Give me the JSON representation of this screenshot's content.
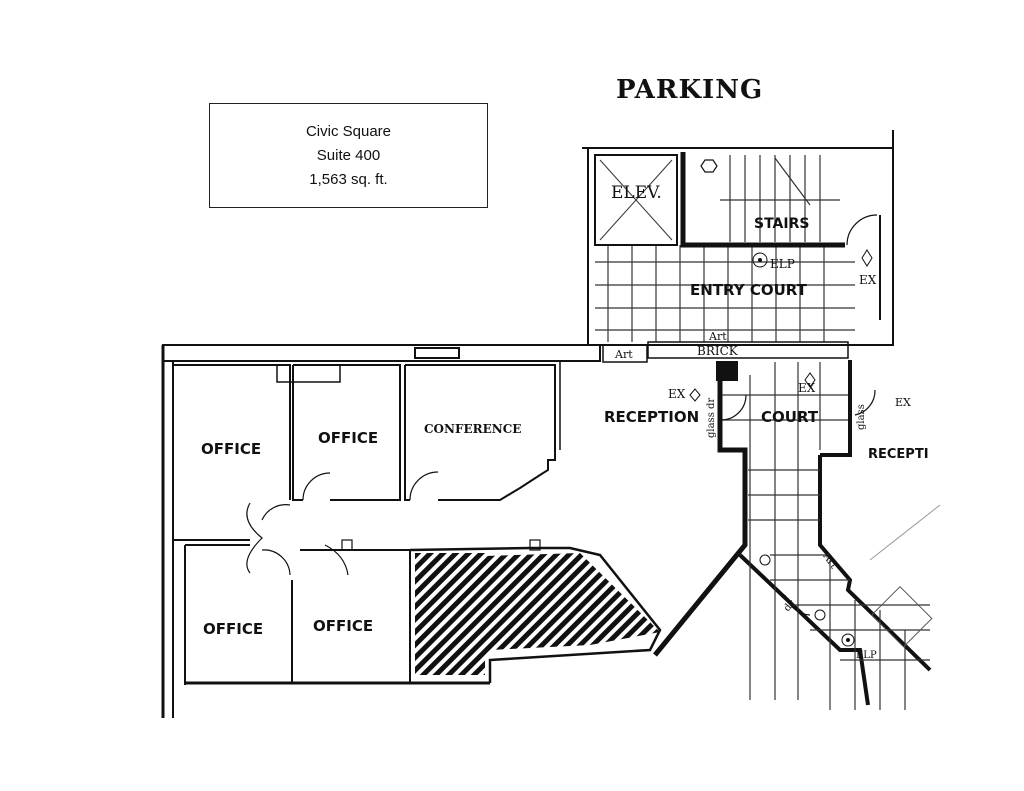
{
  "info_box": {
    "building": "Civic Square",
    "suite": "Suite 400",
    "area": "1,563 sq. ft."
  },
  "plan": {
    "parking": "PARKING",
    "elevator": "ELEV.",
    "stairs": "STAIRS",
    "elp_top": "ELP",
    "entry_court": "ENTRY COURT",
    "ex_top": "EX",
    "art_top": "Art",
    "art_left": "Art",
    "brick": "BRICK",
    "ex_reception": "EX",
    "ex_court": "EX",
    "ex_right": "EX",
    "glass_dr_left": "glass dr",
    "glass_right": "glass",
    "reception": "RECEPTION",
    "court": "COURT",
    "reception_neighbor": "RECEPTI",
    "office_1": "OFFICE",
    "office_2": "OFFICE",
    "conference": "CONFERENCE",
    "office_3": "OFFICE",
    "office_4": "OFFICE",
    "dr": "dr",
    "art_diag": "Art",
    "elp_bottom": "ELP"
  }
}
